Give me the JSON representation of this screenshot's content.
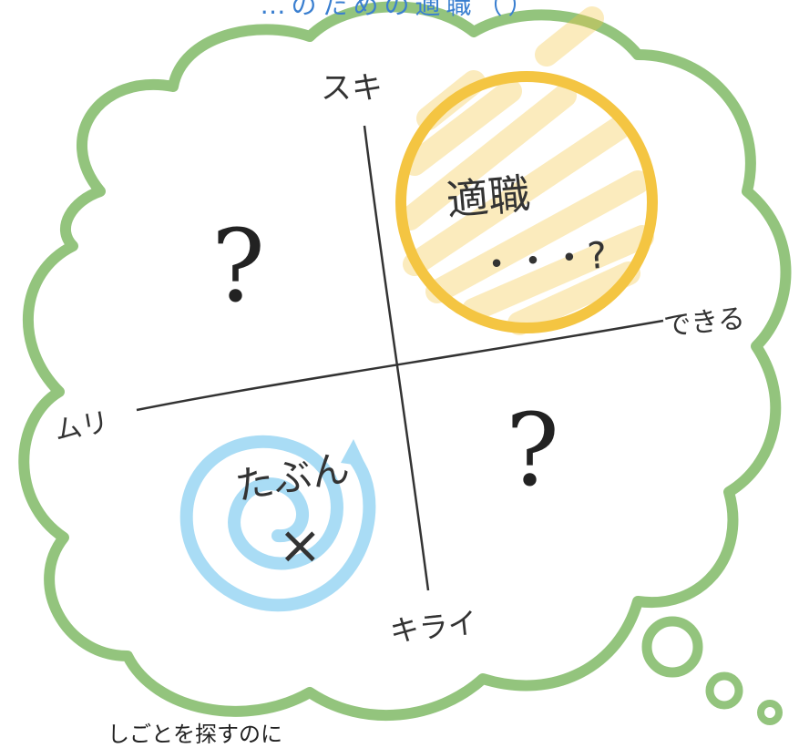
{
  "top_text": "…のための適職（）",
  "bottom_text": "しごとを探すのに",
  "axis_labels": {
    "top": "スキ",
    "bottom": "キライ",
    "left": "ムリ",
    "right": "できる"
  },
  "quadrants": {
    "top_left": "?",
    "top_right_title": "適職",
    "top_right_dots": "・・・?",
    "bottom_right": "?",
    "bottom_left_title": "たぶん",
    "bottom_left_mark": "×"
  },
  "colors": {
    "cloud": "#93c47d",
    "highlight_yellow": "#f4c542",
    "highlight_blue": "#a9dcf5",
    "title_blue": "#3a7fd0"
  }
}
